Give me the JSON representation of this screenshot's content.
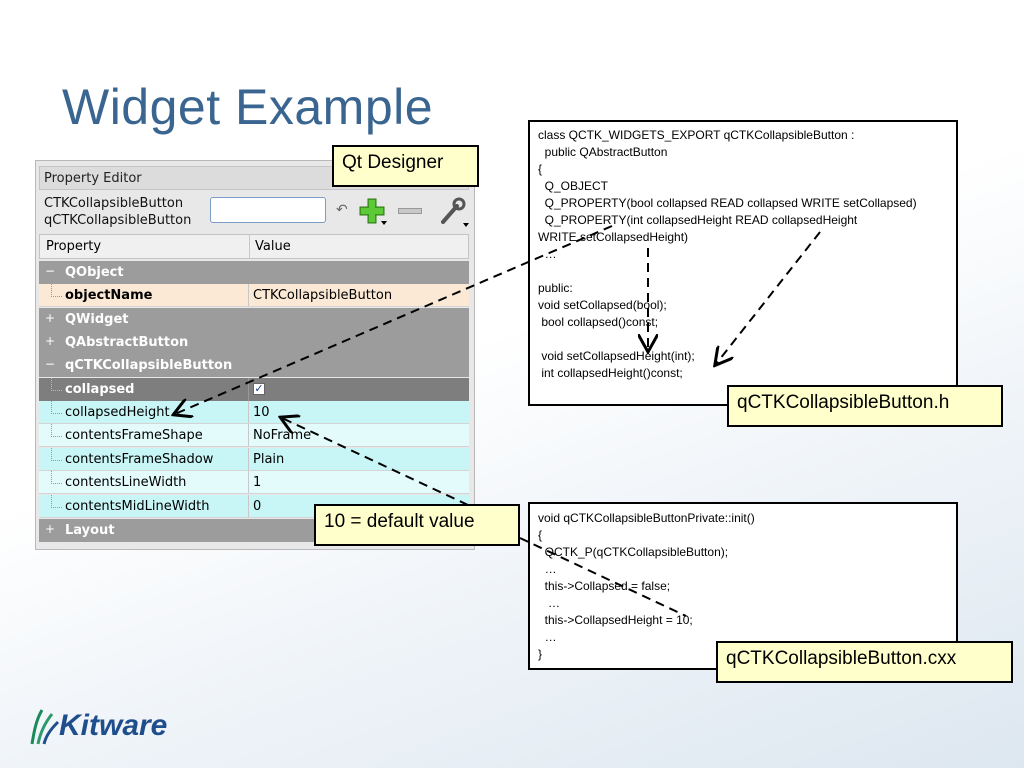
{
  "slide": {
    "title": "Widget Example"
  },
  "property_editor": {
    "header": "Property Editor",
    "object_name_line1": "CTKCollapsibleButton",
    "object_name_line2": "qCTKCollapsibleButton",
    "filter_value": "",
    "columns": [
      "Property",
      "Value"
    ],
    "rows": [
      {
        "kind": "group",
        "expander": "−",
        "name": "QObject"
      },
      {
        "kind": "prop",
        "name": "objectName",
        "value": "CTKCollapsibleButton",
        "bold": true,
        "bg": "#fbe9d6"
      },
      {
        "kind": "group",
        "expander": "+",
        "name": "QWidget"
      },
      {
        "kind": "group",
        "expander": "+",
        "name": "QAbstractButton"
      },
      {
        "kind": "group",
        "expander": "−",
        "name": "qCTKCollapsibleButton"
      },
      {
        "kind": "darkprop",
        "name": "collapsed",
        "value": "✓"
      },
      {
        "kind": "prop",
        "name": "collapsedHeight",
        "value": "10",
        "bg": "#c8f5f5"
      },
      {
        "kind": "prop",
        "name": "contentsFrameShape",
        "value": "NoFrame",
        "bg": "#e4fbfb"
      },
      {
        "kind": "prop",
        "name": "contentsFrameShadow",
        "value": "Plain",
        "bg": "#c8f5f5"
      },
      {
        "kind": "prop",
        "name": "contentsLineWidth",
        "value": "1",
        "bg": "#e4fbfb"
      },
      {
        "kind": "prop",
        "name": "contentsMidLineWidth",
        "value": "0",
        "bg": "#c8f5f5"
      },
      {
        "kind": "group",
        "expander": "+",
        "name": "Layout"
      }
    ]
  },
  "callouts": {
    "qt_designer": "Qt Designer",
    "header_file": "qCTKCollapsibleButton.h",
    "default_value": "10 = default value",
    "source_file": "qCTKCollapsibleButton.cxx"
  },
  "code_header": {
    "lines": [
      "class QCTK_WIDGETS_EXPORT qCTKCollapsibleButton :",
      "  public QAbstractButton",
      "{",
      "  Q_OBJECT",
      "  Q_PROPERTY(bool collapsed READ collapsed WRITE setCollapsed)",
      "  Q_PROPERTY(int collapsedHeight READ collapsedHeight",
      "WRITE setCollapsedHeight)",
      "  …",
      "",
      "public:",
      "void setCollapsed(bool);",
      " bool collapsed()const;",
      "",
      " void setCollapsedHeight(int);",
      " int collapsedHeight()const;"
    ]
  },
  "code_source": {
    "lines": [
      "void qCTKCollapsibleButtonPrivate::init()",
      "{",
      "  QCTK_P(qCTKCollapsibleButton);",
      "  …",
      "  this->Collapsed = false;",
      "   …",
      "  this->CollapsedHeight = 10;",
      "  …",
      "}"
    ]
  },
  "logo": {
    "text": "Kitware"
  },
  "colors": {
    "title": "#3a6590",
    "callout_bg": "#ffffcc",
    "group_bg": "#9c9c9c",
    "logo": "#1f4e8c"
  },
  "icons": [
    "add-icon",
    "remove-icon",
    "configure-wrench-icon",
    "sort-icon"
  ]
}
